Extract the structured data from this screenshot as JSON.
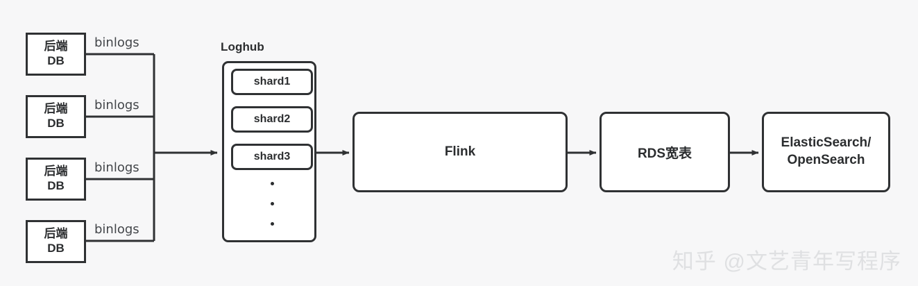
{
  "diagram": {
    "background_color": "#f7f7f8",
    "stroke_color": "#2f3133",
    "node_fill": "#ffffff",
    "text_color": "#2b2d2f",
    "sources": [
      {
        "line1": "后端",
        "line2": "DB",
        "edge_label": "binlogs"
      },
      {
        "line1": "后端",
        "line2": "DB",
        "edge_label": "binlogs"
      },
      {
        "line1": "后端",
        "line2": "DB",
        "edge_label": "binlogs"
      },
      {
        "line1": "后端",
        "line2": "DB",
        "edge_label": "binlogs"
      }
    ],
    "loghub": {
      "label": "Loghub",
      "shards": [
        "shard1",
        "shard2",
        "shard3"
      ],
      "ellipsis": "⋮"
    },
    "stages": [
      {
        "id": "flink",
        "label": "Flink"
      },
      {
        "id": "rds",
        "label": "RDS宽表"
      }
    ],
    "sink": {
      "id": "search",
      "line1": "ElasticSearch/",
      "line2": "OpenSearch"
    },
    "watermark": "知乎 @文艺青年写程序"
  }
}
